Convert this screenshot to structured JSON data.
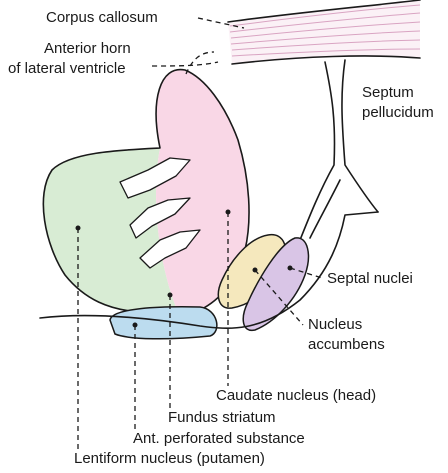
{
  "diagram": {
    "labels": {
      "corpus_callosum": "Corpus callosum",
      "anterior_horn_1": "Anterior horn",
      "anterior_horn_2": "of lateral ventricle",
      "septum_1": "Septum",
      "septum_2": "pellucidum",
      "septal_nuclei": "Septal nuclei",
      "nucleus_accumbens_1": "Nucleus",
      "nucleus_accumbens_2": "accumbens",
      "caudate_head": "Caudate nucleus (head)",
      "fundus_striatum": "Fundus striatum",
      "ant_perforated": "Ant. perforated substance",
      "lentiform": "Lentiform nucleus (putamen)"
    },
    "colors": {
      "putamen": "#d8ecd4",
      "caudate": "#f9d7e6",
      "perforated_substance": "#bcdcef",
      "septal_nuclei": "#d9c5e6",
      "nucleus_accumbens": "#f5e8bd",
      "corpus_callosum_lines": "#d9a4c2",
      "outline": "#1a1a1a"
    }
  }
}
